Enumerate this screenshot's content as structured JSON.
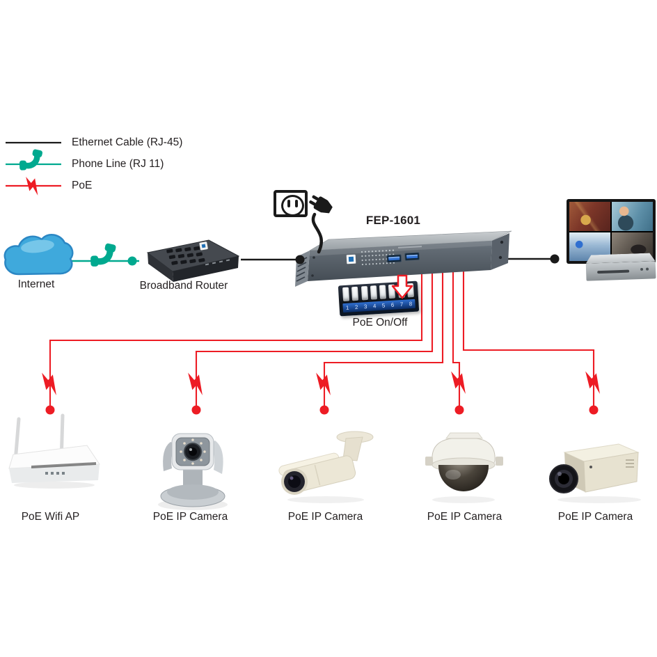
{
  "colors": {
    "poe_red": "#ED1C24",
    "phone_teal": "#00A98F",
    "ethernet_black": "#1A1A1A",
    "cloud_blue": "#3FA9DC",
    "text": "#231F20"
  },
  "legend": {
    "items": [
      {
        "id": "ethernet",
        "icon": "ethernet-line",
        "label": "Ethernet Cable (RJ-45)"
      },
      {
        "id": "phone",
        "icon": "phone-handset-icon",
        "label": "Phone Line (RJ 11)"
      },
      {
        "id": "poe",
        "icon": "lightning-bolt-icon",
        "label": "PoE"
      }
    ]
  },
  "nodes": {
    "internet": {
      "label": "Internet"
    },
    "broadband_router": {
      "label": "Broadband Router"
    },
    "poe_switch": {
      "model": "FEP-1601"
    },
    "power": {
      "outlet_icon": "ac-outlet-icon",
      "plug_icon": "power-plug-icon"
    },
    "dip_switch": {
      "label": "PoE On/Off",
      "positions": [
        "1",
        "2",
        "3",
        "4",
        "5",
        "6",
        "7",
        "8"
      ]
    },
    "monitor": {
      "feeds": 4
    },
    "devices": [
      {
        "id": "poe-wifi-ap",
        "label": "PoE Wifi AP"
      },
      {
        "id": "poe-ip-camera-ptz",
        "label": "PoE IP Camera"
      },
      {
        "id": "poe-ip-camera-bullet",
        "label": "PoE IP Camera"
      },
      {
        "id": "poe-ip-camera-dome",
        "label": "PoE IP Camera"
      },
      {
        "id": "poe-ip-camera-box",
        "label": "PoE IP Camera"
      }
    ]
  },
  "connections": [
    {
      "from": "internet",
      "to": "broadband_router",
      "type": "phone"
    },
    {
      "from": "broadband_router",
      "to": "poe_switch",
      "type": "ethernet"
    },
    {
      "from": "poe_switch",
      "to": "monitor",
      "type": "ethernet"
    },
    {
      "from": "poe_switch",
      "to": "poe-wifi-ap",
      "type": "poe"
    },
    {
      "from": "poe_switch",
      "to": "poe-ip-camera-ptz",
      "type": "poe"
    },
    {
      "from": "poe_switch",
      "to": "poe-ip-camera-bullet",
      "type": "poe"
    },
    {
      "from": "poe_switch",
      "to": "poe-ip-camera-dome",
      "type": "poe"
    },
    {
      "from": "poe_switch",
      "to": "poe-ip-camera-box",
      "type": "poe"
    }
  ]
}
